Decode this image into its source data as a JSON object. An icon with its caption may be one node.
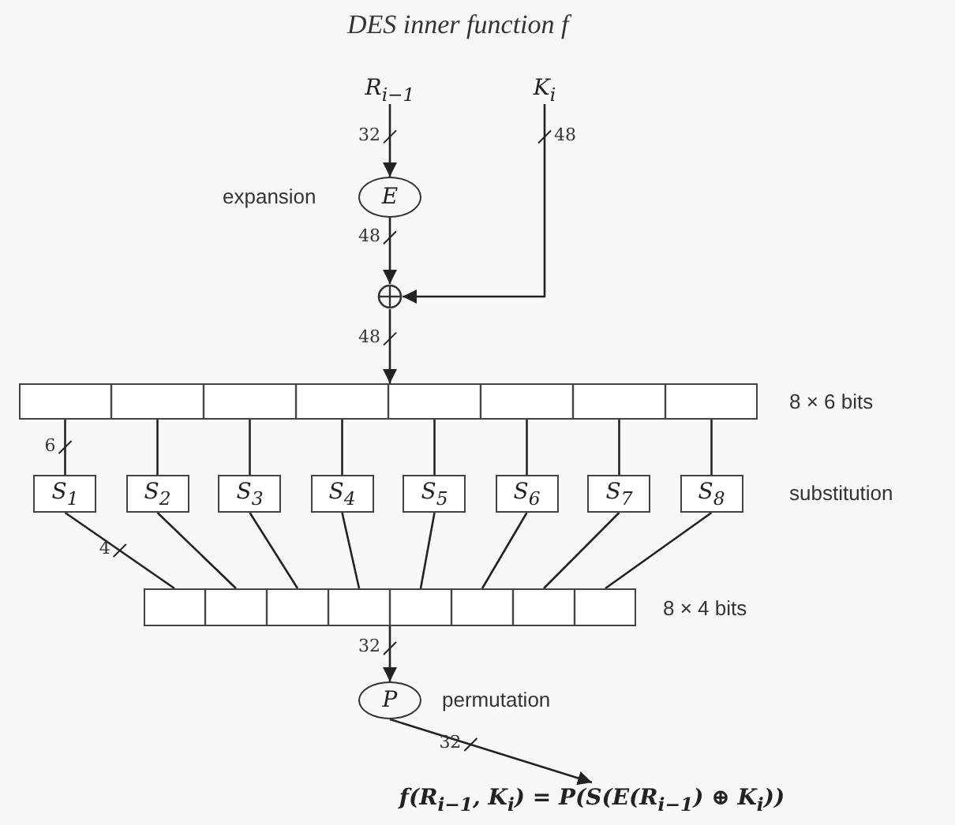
{
  "diagram": {
    "title": "DES inner function f",
    "nodes": [
      {
        "text": [
          "R$_{i−1}$"
        ]
      },
      {
        "text": [
          "K$_{i}$"
        ]
      },
      {
        "text": [
          "E"
        ],
        "beside": [
          "expansion"
        ]
      },
      {
        "text": [],
        "shape": "circle"
      },
      {
        "text": [],
        "shape": "box"
      },
      {
        "text": [
          "S$_{1}$"
        ]
      },
      {
        "text": [
          "S$_{2}$"
        ]
      },
      {
        "text": [
          "S$_{3}$"
        ]
      },
      {
        "text": [
          "S$_{4}$"
        ]
      },
      {
        "text": [
          "S$_{5}$"
        ]
      },
      {
        "text": [
          "S$_{6}$"
        ]
      },
      {
        "text": [
          "S$_{7}$"
        ]
      },
      {
        "text": [
          "S$_{8}$"
        ]
      },
      {
        "text": [],
        "shape": "box"
      },
      {
        "text": [
          "P"
        ],
        "beside": [
          "permutation"
        ]
      },
      {
        "text": [
          "f(R$_{i−1}$, K$_{i}$) = P(S(E(R$_{i−1}$) ⊕ K$_{i}$))"
        ]
      }
    ],
    "edges": [
      {
        "from": 0,
        "to": 2,
        "arrow": "to",
        "label": "32"
      },
      {
        "from": 2,
        "to": 3,
        "arrow": "to",
        "label": "48"
      },
      {
        "from": 1,
        "to": 3,
        "arrow": "to",
        "label": "48"
      },
      {
        "from": 3,
        "to": 4,
        "arrow": "to",
        "label": "48"
      },
      {
        "from": 4,
        "to": 5,
        "arrow": "none",
        "label": "6"
      },
      {
        "from": 4,
        "to": 6,
        "arrow": "none"
      },
      {
        "from": 4,
        "to": 7,
        "arrow": "none"
      },
      {
        "from": 4,
        "to": 8,
        "arrow": "none"
      },
      {
        "from": 4,
        "to": 9,
        "arrow": "none"
      },
      {
        "from": 4,
        "to": 10,
        "arrow": "none"
      },
      {
        "from": 4,
        "to": 11,
        "arrow": "none"
      },
      {
        "from": 4,
        "to": 12,
        "arrow": "none"
      },
      {
        "from": 5,
        "to": 13,
        "arrow": "none",
        "label": "4"
      },
      {
        "from": 6,
        "to": 13,
        "arrow": "none"
      },
      {
        "from": 7,
        "to": 13,
        "arrow": "none"
      },
      {
        "from": 8,
        "to": 13,
        "arrow": "none"
      },
      {
        "from": 9,
        "to": 13,
        "arrow": "none"
      },
      {
        "from": 10,
        "to": 13,
        "arrow": "none"
      },
      {
        "from": 11,
        "to": 13,
        "arrow": "none"
      },
      {
        "from": 12,
        "to": 13,
        "arrow": "none"
      },
      {
        "from": 13,
        "to": 14,
        "arrow": "to",
        "label": "32"
      },
      {
        "from": 14,
        "to": 15,
        "arrow": "to",
        "label": "32"
      }
    ],
    "labels": [
      "8 × 6 bits",
      "substitution",
      "8 × 4 bits"
    ]
  }
}
